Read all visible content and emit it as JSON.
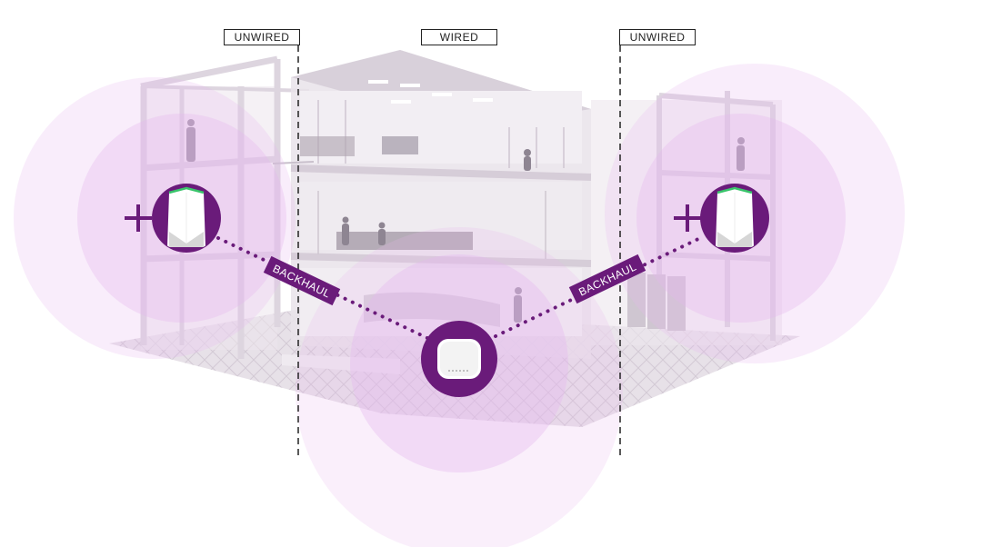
{
  "zones": [
    {
      "id": "left",
      "label": "UNWIRED"
    },
    {
      "id": "center",
      "label": "WIRED"
    },
    {
      "id": "right",
      "label": "UNWIRED"
    }
  ],
  "links": {
    "left_label": "BACKHAUL",
    "right_label": "BACKHAUL"
  },
  "colors": {
    "accent": "#6a1b7a",
    "coverage": "#e6b8ee",
    "link_green": "#39c46b",
    "building": "#d9d1dc"
  },
  "icons": {
    "satellite_left": "orbi-satellite-icon",
    "satellite_right": "orbi-satellite-icon",
    "access_point": "ceiling-access-point-icon",
    "add_left": "plus-icon",
    "add_right": "plus-icon"
  }
}
